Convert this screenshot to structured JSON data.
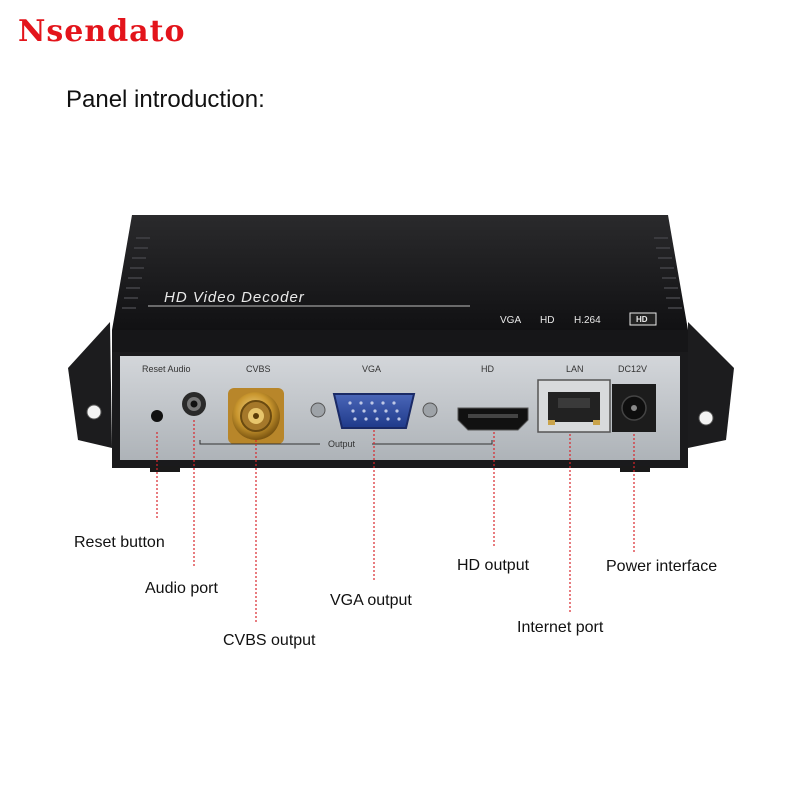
{
  "brand": {
    "logo_text": "Nsendato",
    "color": "#e3141b"
  },
  "headline": "Panel introduction:",
  "device": {
    "top_label": "HD Video Decoder",
    "top_badges": [
      "VGA",
      "HD",
      "H.264"
    ],
    "hd_logo": "HD",
    "port_labels": {
      "reset_audio": "Reset Audio",
      "cvbs": "CVBS",
      "vga": "VGA",
      "hd": "HD",
      "lan": "LAN",
      "dc": "DC12V",
      "output": "Output"
    }
  },
  "callouts": {
    "reset": "Reset button",
    "audio": "Audio port",
    "cvbs": "CVBS output",
    "vga": "VGA output",
    "hd": "HD output",
    "internet": "Internet port",
    "power": "Power interface"
  },
  "colors": {
    "leader_line": "#d9252b",
    "chassis": "#1b1b1d",
    "panel": "#c9cdd1"
  }
}
